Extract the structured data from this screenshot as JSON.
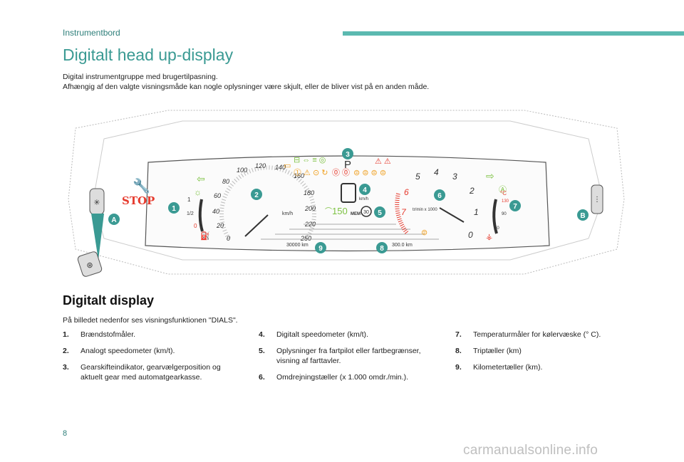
{
  "header": {
    "section": "Instrumentbord"
  },
  "title": "Digitalt head up-display",
  "intro": [
    "Digital instrumentgruppe med brugertilpasning.",
    "Afhængig af den valgte visningsmåde kan nogle oplysninger være skjult, eller de bliver vist på en anden måde."
  ],
  "cluster": {
    "gear": "P",
    "stop": "STOP",
    "speed_unit": "km/h",
    "digital_speed_unit": "km/h",
    "rpm_unit": "tr/min x 1000",
    "temp_unit": "°C",
    "speed_ticks": [
      "0",
      "20",
      "40",
      "60",
      "80",
      "100",
      "120",
      "140",
      "160",
      "180",
      "200",
      "220",
      "250"
    ],
    "rpm_ticks": [
      "0",
      "1",
      "2",
      "3",
      "4",
      "5",
      "6",
      "7"
    ],
    "fuel_ticks": [
      "1",
      "1/2",
      "0"
    ],
    "temp_ticks": [
      "130",
      "90",
      "50"
    ],
    "cruise_speed": "150",
    "speed_limit": "30",
    "trip": "300.0 km",
    "odometer": "30000 km",
    "callouts": [
      "1",
      "2",
      "3",
      "4",
      "5",
      "6",
      "7",
      "8",
      "9"
    ],
    "controls": [
      "A",
      "B"
    ]
  },
  "section": {
    "title": "Digitalt display",
    "description": "På billedet nedenfor ses visningsfunktionen \"DIALS\"."
  },
  "legend": [
    [
      {
        "num": "1.",
        "text": "Brændstofmåler."
      },
      {
        "num": "2.",
        "text": "Analogt speedometer (km/t)."
      },
      {
        "num": "3.",
        "text": "Gearskifteindikator, gearvælgerposition og aktuelt gear med automatgearkasse."
      }
    ],
    [
      {
        "num": "4.",
        "text": "Digitalt speedometer (km/t)."
      },
      {
        "num": "5.",
        "text": "Oplysninger fra fartpilot eller fartbegrænser, visning af farttavler."
      },
      {
        "num": "6.",
        "text": "Omdrejningstæller (x 1.000 omdr./min.)."
      }
    ],
    [
      {
        "num": "7.",
        "text": "Temperaturmåler for kølervæske (° C)."
      },
      {
        "num": "8.",
        "text": "Triptæller (km)"
      },
      {
        "num": "9.",
        "text": "Kilometertæller (km)."
      }
    ]
  ],
  "page_number": "8",
  "watermark": "carmanualsonline.info",
  "colors": {
    "accent": "#3a9a93",
    "callout": "#3a9a93",
    "warning": "#e63b2e",
    "indicator": "#f0a020",
    "ok": "#7dc242"
  }
}
